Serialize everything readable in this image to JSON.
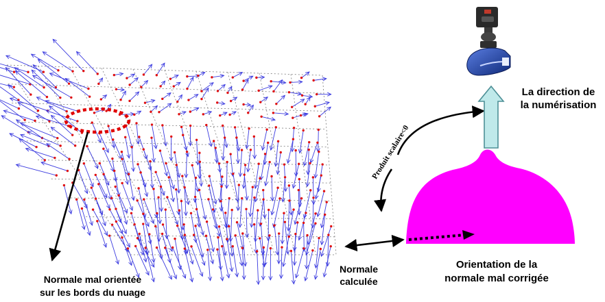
{
  "labels": {
    "scan_direction_line1": "La direction de",
    "scan_direction_line2": "la numérisation",
    "scalar_product": "Produit scalaire<0",
    "computed_normal_line1": "Normale",
    "computed_normal_line2": "calculée",
    "corrected_line1": "Orientation de la",
    "corrected_line2": "normale mal corrigée",
    "bad_normal_line1": "Normale mal orientée",
    "bad_normal_line2": "sur les bords du nuage"
  },
  "colors": {
    "normals": "#3a3adf",
    "points": "#e01010",
    "grid": "#7a7a7a",
    "ellipse": "#e00000",
    "shape": "#ff00ff",
    "arrow_fill": "#bfe9ea",
    "arrow_stroke": "#4d8f96",
    "scanner_body": "#1f3f9e"
  },
  "icons": {
    "scanner": "laser-scanner-icon",
    "direction_arrow": "hollow-up-arrow-icon"
  }
}
